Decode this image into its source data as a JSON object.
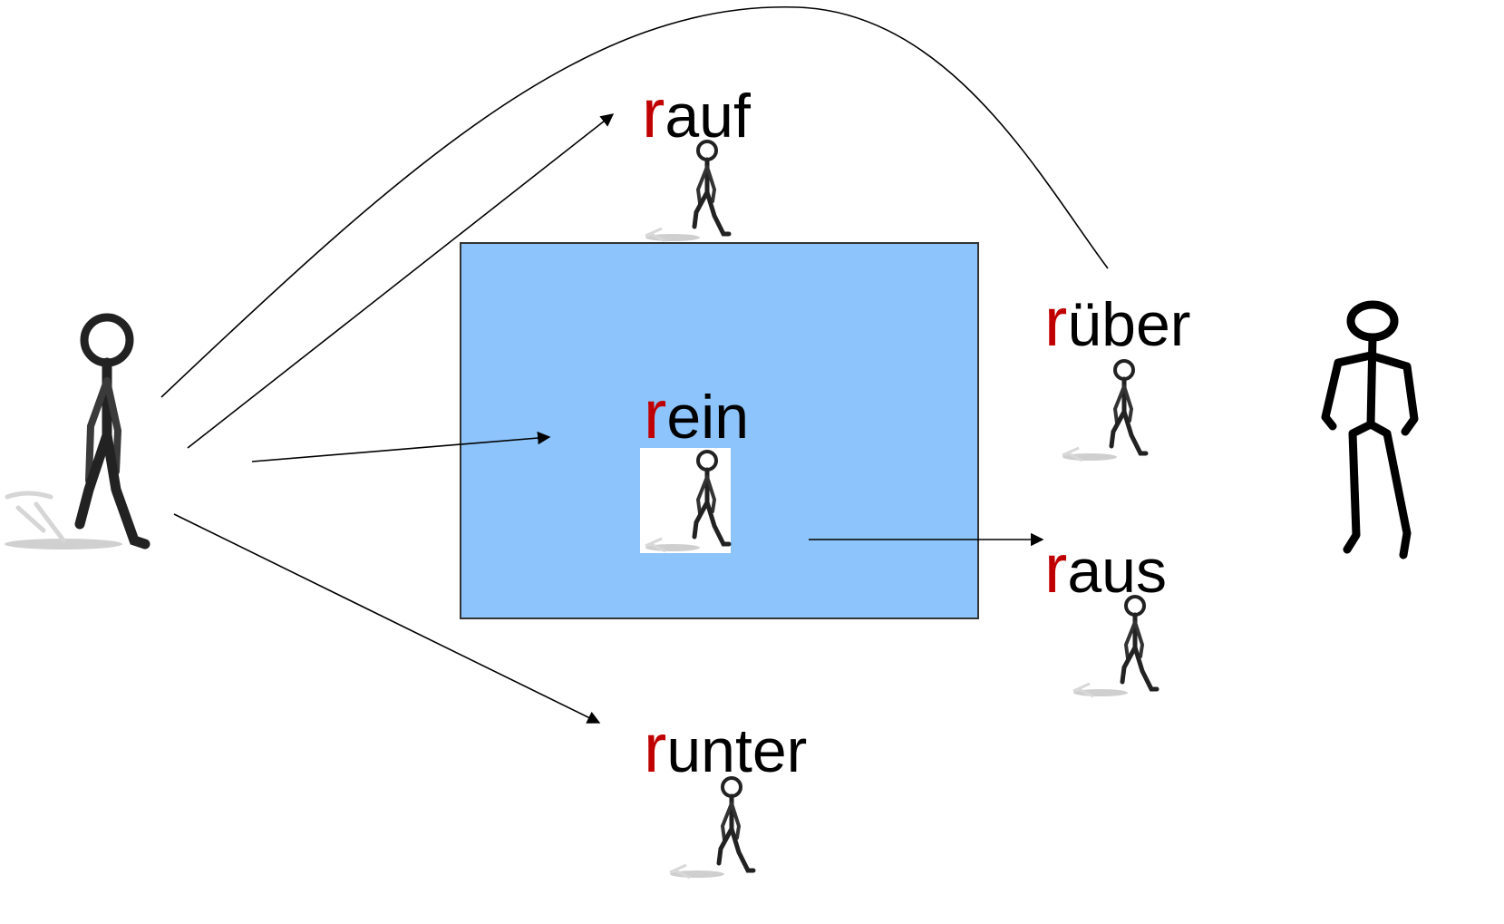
{
  "colors": {
    "background": "#ffffff",
    "box_fill": "#8dc4fc",
    "box_stroke": "#333333",
    "prefix": "#c00000",
    "text": "#000000",
    "arrow": "#000000"
  },
  "words": {
    "rauf": {
      "prefix": "r",
      "stem": "auf"
    },
    "rein": {
      "prefix": "r",
      "stem": "ein"
    },
    "rueber": {
      "prefix": "r",
      "stem": "über"
    },
    "raus": {
      "prefix": "r",
      "stem": "aus"
    },
    "runter": {
      "prefix": "r",
      "stem": "unter"
    }
  },
  "icons": {
    "speaker": "walking-stick-figure-icon",
    "destination": "standing-stick-figure-icon",
    "small": "small-walking-stick-figure-icon"
  }
}
